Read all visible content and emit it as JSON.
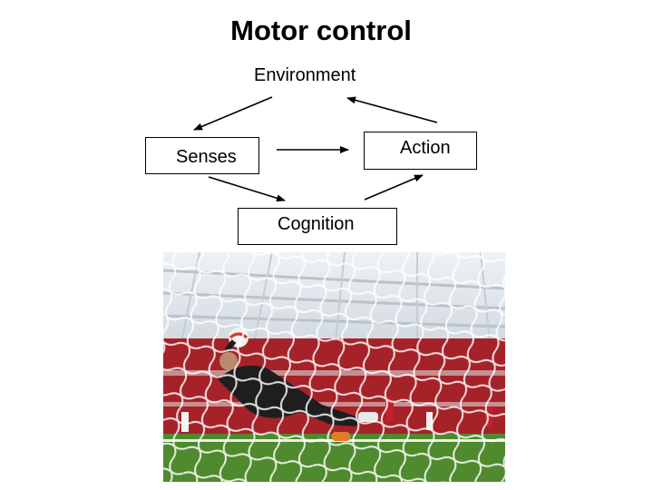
{
  "slide": {
    "title": "Motor control"
  },
  "diagram": {
    "environment": "Environment",
    "senses": "Senses",
    "action": "Action",
    "cognition": "Cognition"
  },
  "photo": {
    "subject": "goalkeeper diving behind goal net in stadium",
    "colors": {
      "pitch": "#4f8a2e",
      "crowd_red": "#b8242c",
      "roof": "#d9dfe4",
      "keeper_kit": "#1e1e1e"
    }
  }
}
